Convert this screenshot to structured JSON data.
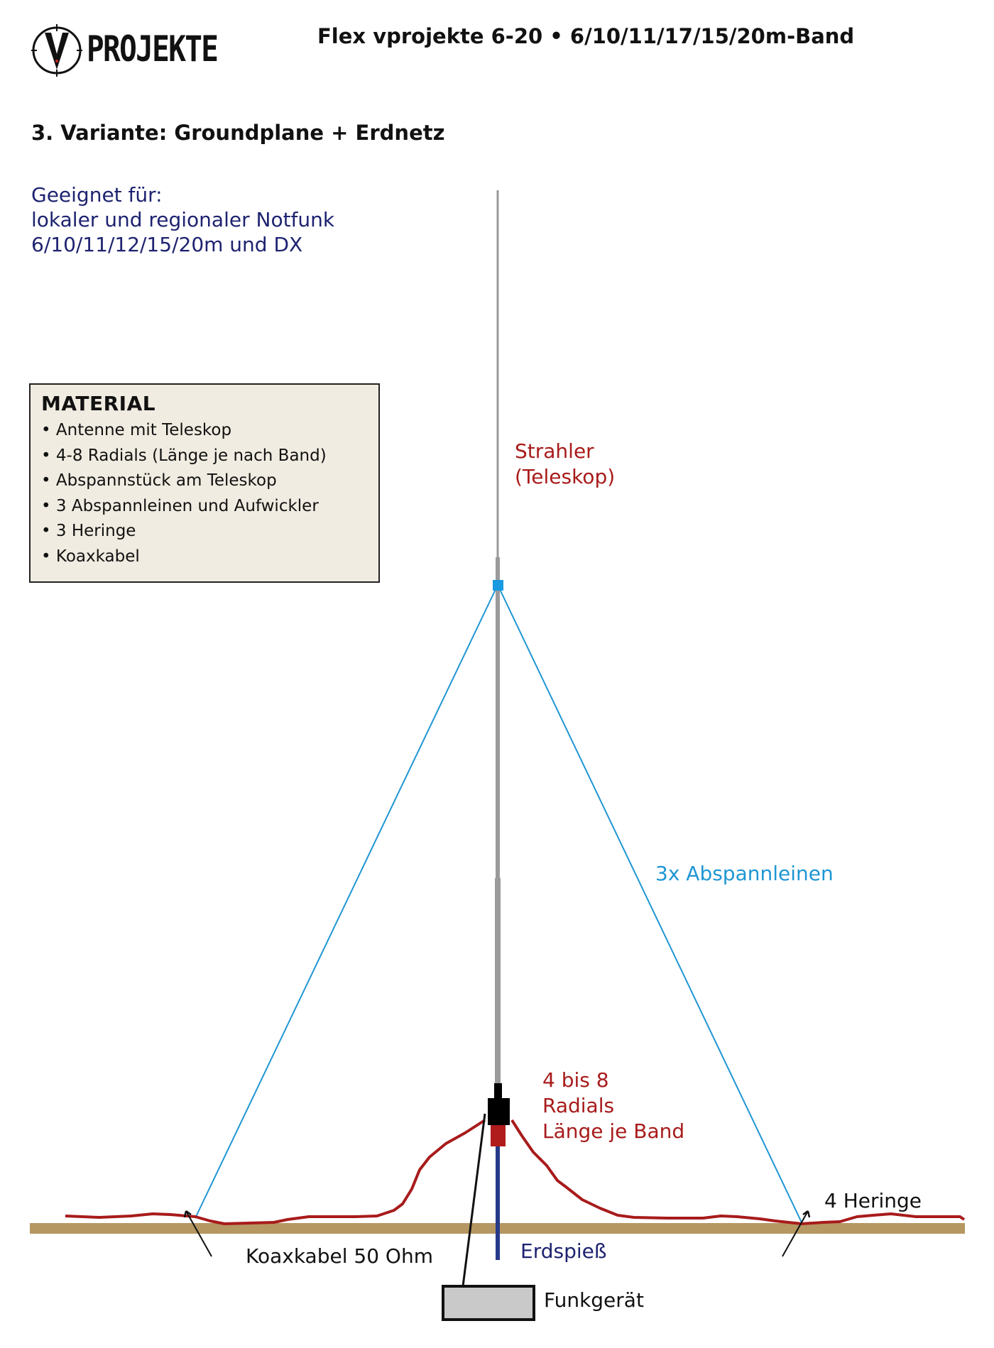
{
  "header": {
    "logo_text": "PROJEKTE",
    "logo_letter": "V",
    "title": "Flex vprojekte 6-20 • 6/10/11/17/15/20m-Band"
  },
  "heading": "3. Variante: Groundplane + Erdnetz",
  "suitable": {
    "line1": "Geeignet für:",
    "line2": "lokaler und regionaler Notfunk",
    "line3": "6/10/11/12/15/20m und DX"
  },
  "material": {
    "title": "MATERIAL",
    "items": [
      "Antenne mit Teleskop",
      "4-8 Radials (Länge je nach Band)",
      "Abspannstück am Teleskop",
      "3 Abspannleinen und Aufwickler",
      "3 Heringe",
      "Koaxkabel"
    ]
  },
  "labels": {
    "radiator_1": "Strahler",
    "radiator_2": "(Teleskop)",
    "guy_lines": "3x Abspannleinen",
    "radials_1": "4 bis 8",
    "radials_2": "Radials",
    "radials_3": "Länge je Band",
    "coax": "Koaxkabel 50 Ohm",
    "ground_rod": "Erdspieß",
    "pegs": "4 Heringe",
    "radio": "Funkgerät"
  },
  "colors": {
    "guy": "#1f96d3",
    "radial": "#a81b1b",
    "ground": "#b59762",
    "rod": "#263a8a",
    "mast": "#9a9a9a",
    "material_bg": "#f1ece1"
  }
}
